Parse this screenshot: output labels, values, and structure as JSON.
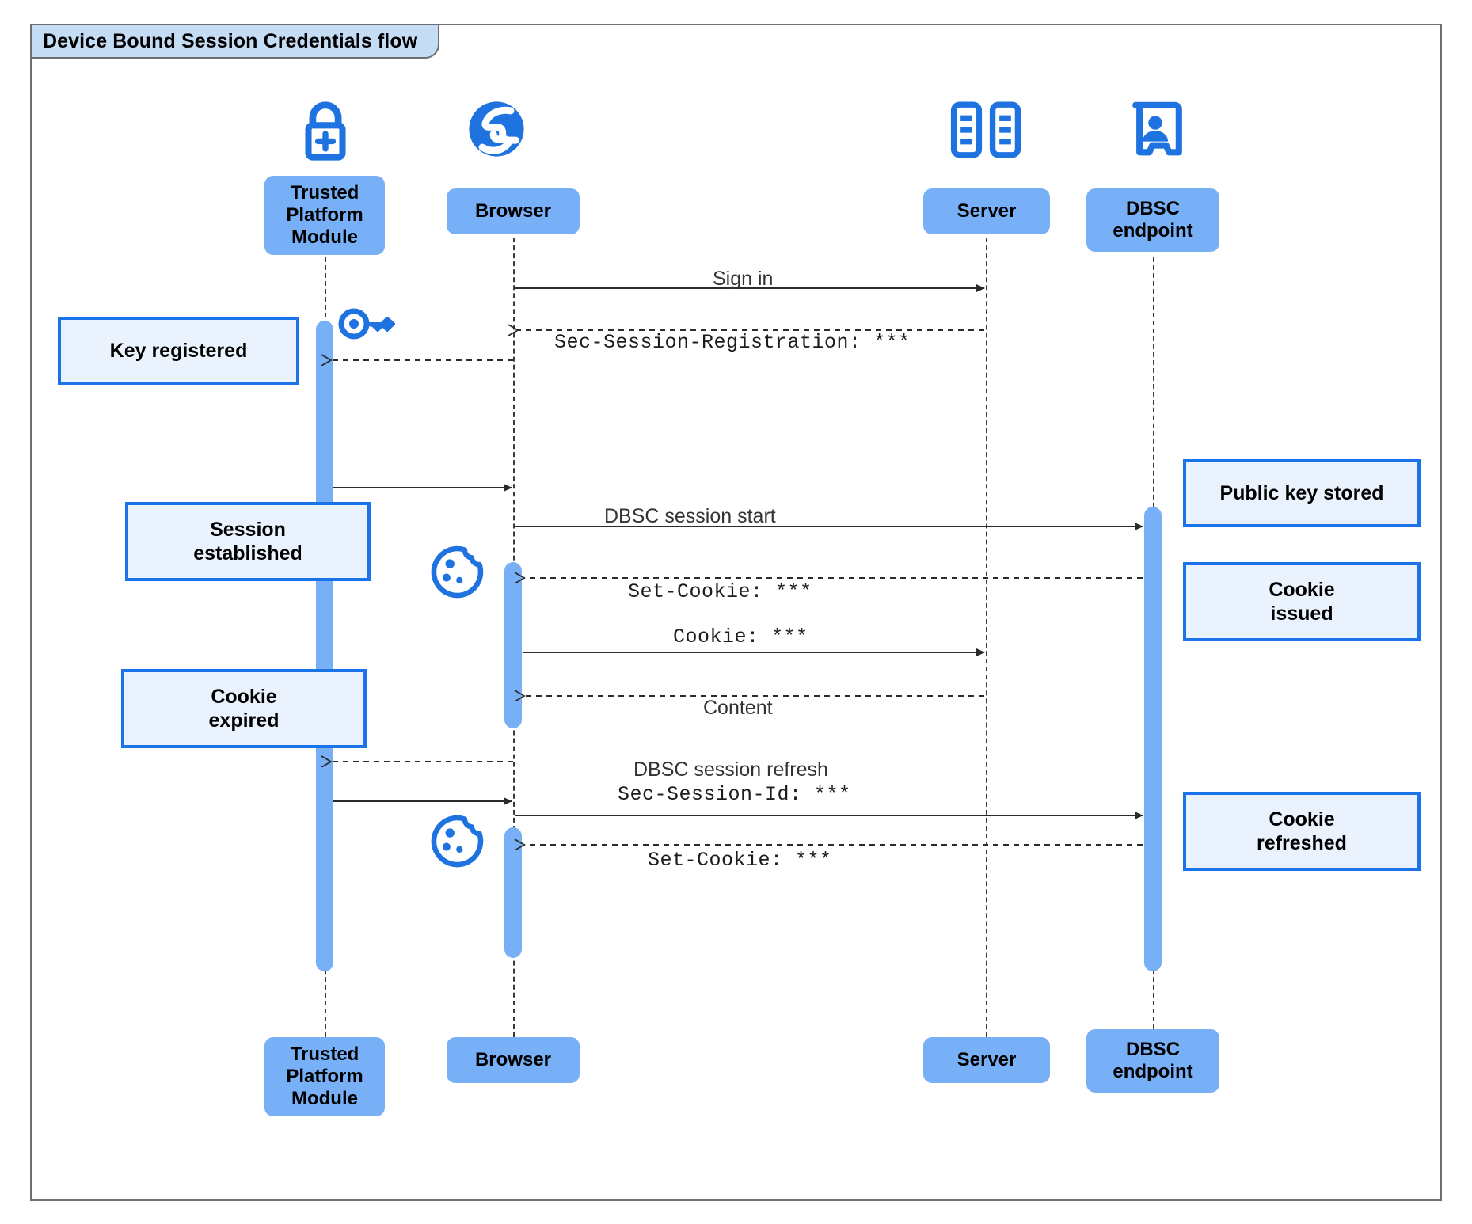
{
  "diagram": {
    "title": "Device Bound Session Credentials flow",
    "type": "uml-sequence-diagram",
    "colors": {
      "participant_fill": "#77b0f7",
      "note_fill": "#eaf2fd",
      "note_border": "#1a73e8",
      "icon_blue": "#1f73e0",
      "title_fill": "#c5dcf5",
      "frame_border": "#6f6f6f",
      "activation_fill": "#77b0f7"
    },
    "participants": [
      {
        "id": "tpm",
        "label": "Trusted\nPlatform\nModule",
        "label_line1": "Trusted",
        "label_line2": "Platform",
        "label_line3": "Module",
        "icon": "lock-plus-icon"
      },
      {
        "id": "browser",
        "label": "Browser",
        "icon": "globe-icon"
      },
      {
        "id": "server",
        "label": "Server",
        "icon": "server-rack-icon"
      },
      {
        "id": "dbsc",
        "label": "DBSC\nendpoint",
        "label_line1": "DBSC",
        "label_line2": "endpoint",
        "icon": "id-badge-icon"
      }
    ],
    "messages": [
      {
        "id": "m1",
        "from": "browser",
        "to": "server",
        "label": "Sign in",
        "style": "solid",
        "font": "sans"
      },
      {
        "id": "m2",
        "from": "server",
        "to": "browser",
        "label": "Sec-Session-Registration: ***",
        "style": "dashed",
        "font": "mono"
      },
      {
        "id": "m3",
        "from": "browser",
        "to": "tpm",
        "label": "",
        "style": "dashed",
        "font": "sans"
      },
      {
        "id": "m4",
        "from": "tpm",
        "to": "browser",
        "label": "",
        "style": "solid",
        "font": "sans"
      },
      {
        "id": "m5",
        "from": "browser",
        "to": "dbsc",
        "label": "DBSC session start",
        "style": "solid",
        "font": "sans"
      },
      {
        "id": "m6",
        "from": "dbsc",
        "to": "browser",
        "label": "Set-Cookie: ***",
        "style": "dashed",
        "font": "mono"
      },
      {
        "id": "m7",
        "from": "browser",
        "to": "server",
        "label": "Cookie: ***",
        "style": "solid",
        "font": "mono"
      },
      {
        "id": "m8",
        "from": "server",
        "to": "browser",
        "label": "Content",
        "style": "dashed",
        "font": "sans"
      },
      {
        "id": "m9",
        "from": "browser",
        "to": "tpm",
        "label": "",
        "style": "dashed",
        "font": "sans"
      },
      {
        "id": "m10",
        "from": "tpm",
        "to": "browser",
        "label": "",
        "style": "solid",
        "font": "sans"
      },
      {
        "id": "m11",
        "from": "browser",
        "to": "dbsc",
        "label": "DBSC session refresh",
        "label2": "Sec-Session-Id: ***",
        "style": "solid",
        "font": "sans"
      },
      {
        "id": "m12",
        "from": "dbsc",
        "to": "browser",
        "label": "Set-Cookie: ***",
        "style": "dashed",
        "font": "mono"
      }
    ],
    "notes": [
      {
        "id": "n1",
        "side": "left",
        "anchor": "tpm",
        "text": "Key registered",
        "line1": "Key registered"
      },
      {
        "id": "n2",
        "side": "left",
        "anchor": "tpm",
        "text": "Session established",
        "line1": "Session",
        "line2": "established"
      },
      {
        "id": "n3",
        "side": "left",
        "anchor": "tpm",
        "text": "Cookie expired",
        "line1": "Cookie",
        "line2": "expired"
      },
      {
        "id": "n4",
        "side": "right",
        "anchor": "dbsc",
        "text": "Public key stored",
        "line1": "Public key stored"
      },
      {
        "id": "n5",
        "side": "right",
        "anchor": "dbsc",
        "text": "Cookie issued",
        "line1": "Cookie",
        "line2": "issued"
      },
      {
        "id": "n6",
        "side": "right",
        "anchor": "dbsc",
        "text": "Cookie refreshed",
        "line1": "Cookie",
        "line2": "refreshed"
      }
    ],
    "decorations": [
      {
        "id": "d1",
        "icon": "key-icon",
        "near": "tpm"
      },
      {
        "id": "d2",
        "icon": "cookie-icon",
        "near": "browser"
      },
      {
        "id": "d3",
        "icon": "cookie-icon",
        "near": "browser"
      }
    ]
  }
}
